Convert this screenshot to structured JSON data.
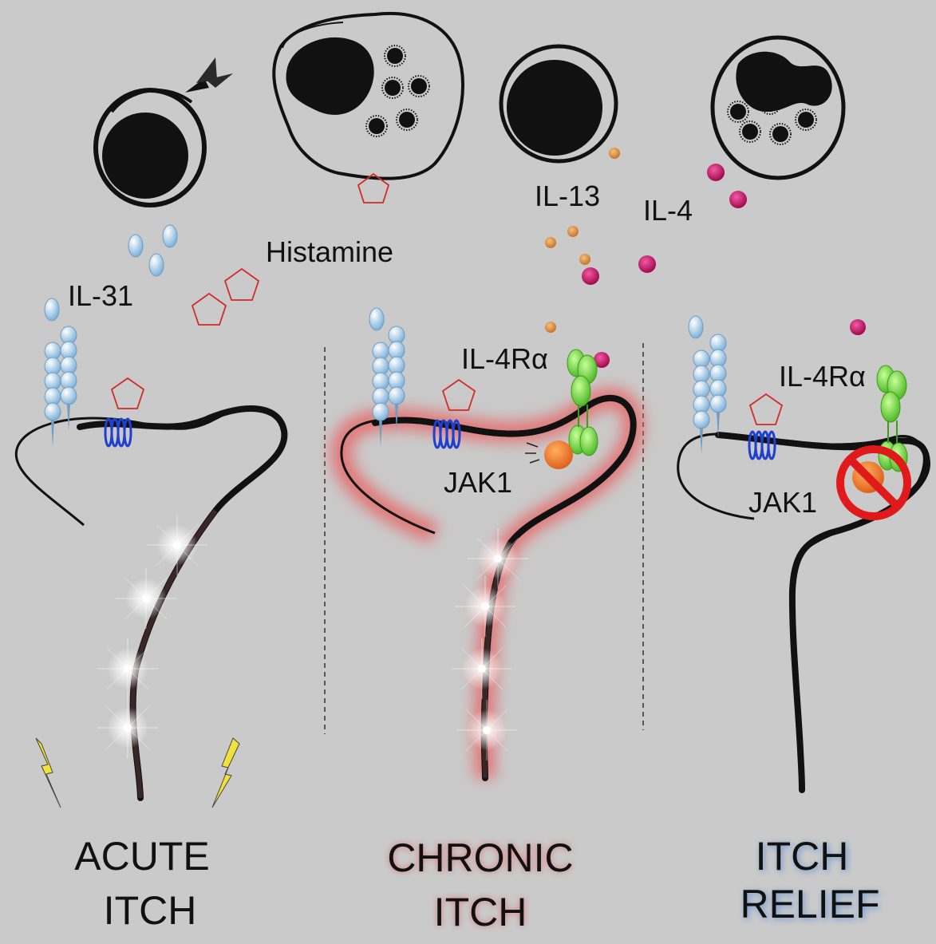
{
  "labels": {
    "il31": "IL-31",
    "histamine": "Histamine",
    "il13": "IL-13",
    "il4": "IL-4",
    "il4ra_chronic": "IL-4Rα",
    "il4ra_relief": "IL-4Rα",
    "jak1_chronic": "JAK1",
    "jak1_relief": "JAK1"
  },
  "panels": [
    {
      "line1": "ACUTE",
      "line2": "ITCH"
    },
    {
      "line1": "CHRONIC",
      "line2": "ITCH"
    },
    {
      "line1": "ITCH",
      "line2": "RELIEF"
    }
  ],
  "colors": {
    "background": "#cacaca",
    "il31": "#a9cde8",
    "receptor": "#9cc6e4",
    "histamine": "#d42a2a",
    "h_receptor": "#1e3fd0",
    "il13": "#d6893e",
    "il4": "#c4146a",
    "il4ra": "#6ed83a",
    "jak1": "#f07a1e",
    "glow": "#e06060",
    "inhibit": "#e01a1a"
  }
}
